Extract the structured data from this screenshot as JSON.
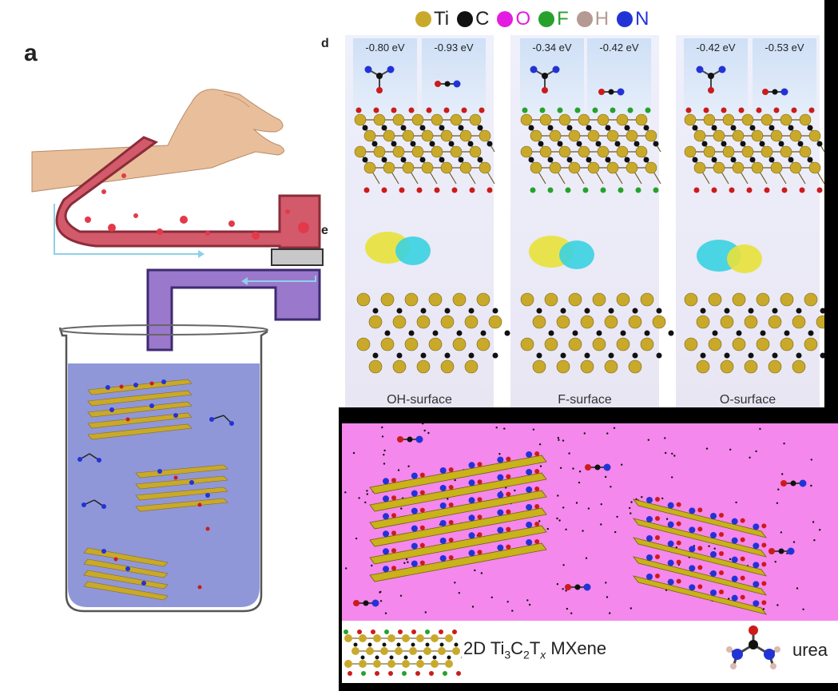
{
  "panel_labels": {
    "a": "a",
    "d": "d",
    "e": "e"
  },
  "legend": [
    {
      "symbol": "Ti",
      "color": "#c9a92a"
    },
    {
      "symbol": "C",
      "color": "#111111"
    },
    {
      "symbol": "O",
      "color": "#e21de0"
    },
    {
      "symbol": "F",
      "color": "#27a12c"
    },
    {
      "symbol": "H",
      "color": "#b49a92"
    },
    {
      "symbol": "N",
      "color": "#2233d6"
    }
  ],
  "columns": [
    {
      "surface": "OH-surface",
      "energies": [
        "-0.80 eV",
        "-0.93 eV"
      ]
    },
    {
      "surface": "F-surface",
      "energies": [
        "-0.34 eV",
        "-0.42 eV"
      ]
    },
    {
      "surface": "O-surface",
      "energies": [
        "-0.42 eV",
        "-0.53 eV"
      ]
    }
  ],
  "bottom_legend": {
    "mxene_prefix": "2D Ti",
    "mxene_sub1": "3",
    "mxene_mid": "C",
    "mxene_sub2": "2",
    "mxene_t": "T",
    "mxene_subx": "x",
    "mxene_suffix": " MXene",
    "urea": "urea"
  },
  "colors": {
    "blood": "#d35a6a",
    "dialysate": "#9a78cc",
    "solution": "#8f97d9",
    "pink_bg": "#f488ec",
    "arrow": "#8fd0e8",
    "ti": "#c9a92a",
    "carbon": "#111111",
    "oxygen": "#cc1b1b",
    "fluorine": "#27a12c",
    "hydrogen": "#d9b9b0",
    "nitrogen": "#2233d6",
    "iso_yellow": "#e8e23a",
    "iso_cyan": "#3ad2e0"
  }
}
